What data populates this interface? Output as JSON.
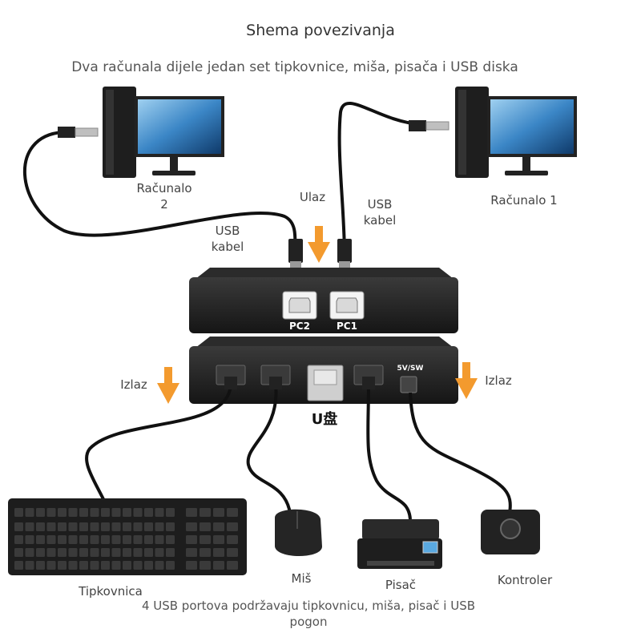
{
  "title": "Shema povezivanja",
  "subtitle": "Dva računala dijele jedan set tipkovnice, miša, pisača i USB diska",
  "computers": {
    "pc2_line1": "Računalo",
    "pc2_line2": "2",
    "pc1": "Računalo 1"
  },
  "input": {
    "label": "Ulaz",
    "usb_cable_left_line1": "USB",
    "usb_cable_left_line2": "kabel",
    "usb_cable_right_line1": "USB",
    "usb_cable_right_line2": "kabel"
  },
  "ports": {
    "pc2": "PC2",
    "pc1": "PC1",
    "sw": "5V/SW"
  },
  "output": {
    "left": "Izlaz",
    "right": "Izlaz",
    "udisk": "U盘"
  },
  "devices": {
    "keyboard": "Tipkovnica",
    "mouse": "Miš",
    "printer": "Pisač",
    "controller": "Kontroler"
  },
  "footer": "4 USB portova podržavaju tipkovnicu, miša, pisač i USB pogon",
  "colors": {
    "arrow": "#f39a2e",
    "device_body": "#1f1f1f",
    "cable": "#111111",
    "monitor_screen": "#2f6fb0"
  }
}
